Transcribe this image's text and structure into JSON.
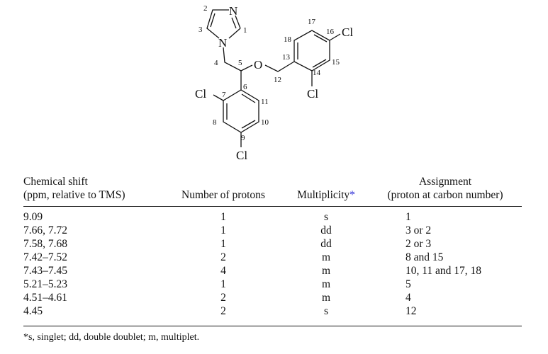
{
  "structure": {
    "atoms": {
      "N_top": "N",
      "N_ring": "N",
      "O": "O",
      "Cl_16": "Cl",
      "Cl_14": "Cl",
      "Cl_7": "Cl",
      "Cl_9": "Cl"
    },
    "carbon_numbers": [
      "1",
      "2",
      "3",
      "4",
      "5",
      "6",
      "7",
      "8",
      "9",
      "10",
      "11",
      "12",
      "13",
      "14",
      "15",
      "16",
      "17",
      "18"
    ]
  },
  "table": {
    "headers": {
      "shift_line1": "Chemical shift",
      "shift_line2": "(ppm, relative to TMS)",
      "protons": "Number of protons",
      "multiplicity": "Multiplicity",
      "multiplicity_marker": "*",
      "assignment_line1": "Assignment",
      "assignment_line2": "(proton at carbon number)"
    },
    "rows": [
      {
        "shift": "9.09",
        "protons": "1",
        "multiplicity": "s",
        "assignment": "1"
      },
      {
        "shift": "7.66, 7.72",
        "protons": "1",
        "multiplicity": "dd",
        "assignment": "3 or 2"
      },
      {
        "shift": "7.58, 7.68",
        "protons": "1",
        "multiplicity": "dd",
        "assignment": "2 or 3"
      },
      {
        "shift": "7.42–7.52",
        "protons": "2",
        "multiplicity": "m",
        "assignment": "8 and 15"
      },
      {
        "shift": "7.43–7.45",
        "protons": "4",
        "multiplicity": "m",
        "assignment": "10, 11 and 17, 18"
      },
      {
        "shift": "5.21–5.23",
        "protons": "1",
        "multiplicity": "m",
        "assignment": "5"
      },
      {
        "shift": "4.51–4.61",
        "protons": "2",
        "multiplicity": "m",
        "assignment": "4"
      },
      {
        "shift": "4.45",
        "protons": "2",
        "multiplicity": "s",
        "assignment": "12"
      }
    ],
    "footnote": "*s, singlet; dd, double doublet; m, multiplet."
  },
  "colors": {
    "footnote_marker": "#2b2bd6"
  }
}
